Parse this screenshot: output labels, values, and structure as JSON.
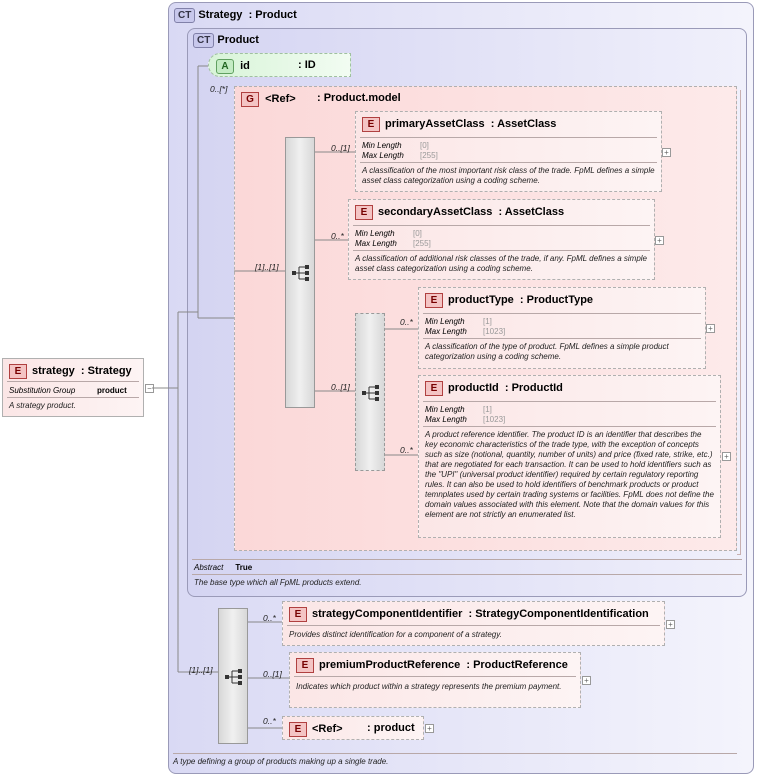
{
  "outer": {
    "badge": "CT",
    "name": "Strategy",
    "type": ": Product",
    "description": "A type defining a group of products making up a single trade."
  },
  "inner": {
    "badge": "CT",
    "name": "Product",
    "abstract_label": "Abstract",
    "abstract_value": "True",
    "description": "The base type which all FpML products extend."
  },
  "attribute": {
    "badge": "A",
    "name": "id",
    "type": ": ID"
  },
  "group": {
    "badge": "G",
    "name": "<Ref>",
    "type": ": Product.model",
    "cardinality": "0..[*]"
  },
  "root": {
    "badge": "E",
    "name": "strategy",
    "type": ": Strategy",
    "facet_label": "Substitution Group",
    "facet_value": "product",
    "description": "A strategy product."
  },
  "elements": {
    "primary": {
      "name": "primaryAssetClass",
      "type": ": AssetClass",
      "cardinality": "0..[1]",
      "min_label": "Min Length",
      "min_value": "[0]",
      "max_label": "Max Length",
      "max_value": "[255]",
      "description": "A classification of the most important risk class of the trade. FpML defines a simple asset class categorization using a coding scheme."
    },
    "secondary": {
      "name": "secondaryAssetClass",
      "type": ": AssetClass",
      "cardinality": "0..*",
      "min_label": "Min Length",
      "min_value": "[0]",
      "max_label": "Max Length",
      "max_value": "[255]",
      "description": "A classification of additional risk classes of the trade, if any. FpML defines a simple asset class categorization using a coding scheme."
    },
    "productType": {
      "name": "productType",
      "type": ": ProductType",
      "cardinality": "0..*",
      "min_label": "Min Length",
      "min_value": "[1]",
      "max_label": "Max Length",
      "max_value": "[1023]",
      "description": "A classification of the type of product. FpML defines a simple product categorization using a coding scheme."
    },
    "productId": {
      "name": "productId",
      "type": ": ProductId",
      "cardinality": "0..*",
      "min_label": "Min Length",
      "min_value": "[1]",
      "max_label": "Max Length",
      "max_value": "[1023]",
      "description": "A product reference identifier. The product ID is an identifier that describes the key economic characteristics of the trade type, with the exception of concepts such as size (notional, quantity, number of units) and price (fixed rate, strike, etc.) that are negotiated for each transaction. It can be used to hold identifiers such as the \"UPI\" (universal product identifier) required by certain regulatory reporting rules. It can also be used to hold identifiers of benchmark products or product temnplates used by certain trading systems or facilities. FpML does not define the domain values associated with this element. Note that the domain values for this element are not strictly an enumerated list."
    },
    "strategyComponent": {
      "name": "strategyComponentIdentifier",
      "type": ": StrategyComponentIdentification",
      "cardinality": "0..*",
      "description": "Provides distinct identification for a component of a strategy."
    },
    "premium": {
      "name": "premiumProductReference",
      "type": ": ProductReference",
      "cardinality": "0..[1]",
      "description": "Indicates which product within a strategy represents the premium payment."
    },
    "productRef": {
      "name": "<Ref>",
      "type": ": product",
      "cardinality": "0..*"
    }
  },
  "sequences": {
    "inner_seq_card": "[1]..[1]",
    "choice_card": "0..[1]",
    "outer_seq_card": "[1]..[1]"
  }
}
